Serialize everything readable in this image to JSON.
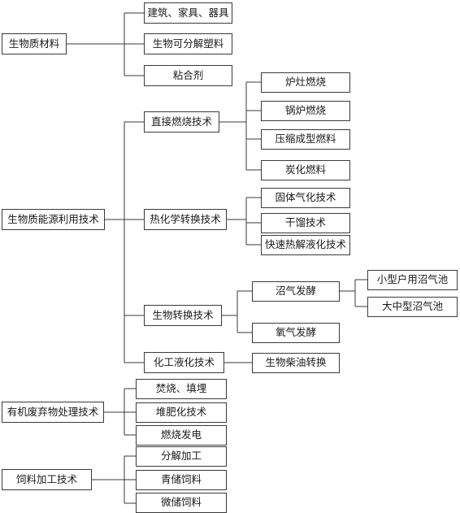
{
  "tree": {
    "biomaterials": {
      "label": "生物质材料",
      "children": {
        "building": "建筑、家具、器具",
        "degradable": "生物可分解塑料",
        "adhesive": "粘合剂"
      }
    },
    "energy": {
      "label": "生物质能源利用技术",
      "direct": {
        "label": "直接燃烧技术",
        "children": {
          "stove": "炉灶燃烧",
          "boiler": "锅炉燃烧",
          "briquette": "压缩成型燃料",
          "charcoal": "炭化燃料"
        }
      },
      "thermo": {
        "label": "热化学转换技术",
        "children": {
          "gasification": "固体气化技术",
          "pyrolysis": "干馏技术",
          "liquefaction": "快速热解液化技术"
        }
      },
      "bio": {
        "label": "生物转换技术",
        "biogas": {
          "label": "沼气发酵",
          "children": {
            "household": "小型户用沼气池",
            "large": "大中型沼气池"
          }
        },
        "aerobic": "氧气发酵"
      },
      "chemical": {
        "label": "化工液化技术",
        "biodiesel": "生物柴油转换"
      }
    },
    "waste": {
      "label": "有机废弃物处理技术",
      "children": {
        "incineration": "焚烧、填埋",
        "compost": "堆肥化技术",
        "power": "燃烧发电"
      }
    },
    "feed": {
      "label": "饲料加工技术",
      "children": {
        "decompose": "分解加工",
        "silage": "青储饲料",
        "microbial": "微储饲料"
      }
    }
  }
}
